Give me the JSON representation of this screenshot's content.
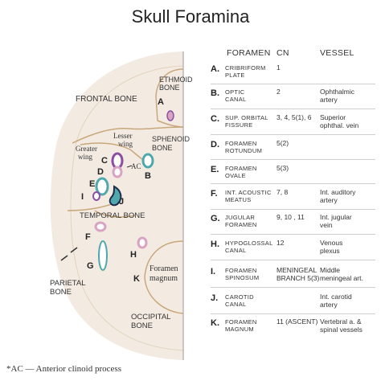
{
  "title": "Skull Foramina",
  "headers": {
    "foramen": "FORAMEN",
    "cn": "CN",
    "vessel": "VESSEL"
  },
  "rows": [
    {
      "key": "A.",
      "foramen": "CRIBRIFORM\nPLATE",
      "cn": "1",
      "vessel": ""
    },
    {
      "key": "B.",
      "foramen": "OPTIC\nCANAL",
      "cn": "2",
      "vessel": "Ophthalmic\nartery"
    },
    {
      "key": "C.",
      "foramen": "SUP. ORBITAL\nFISSURE",
      "cn": "3, 4, 5(1), 6",
      "vessel": "Superior\nophthal. vein"
    },
    {
      "key": "D.",
      "foramen": "FORAMEN\nROTUNDUM",
      "cn": "5(2)",
      "vessel": ""
    },
    {
      "key": "E.",
      "foramen": "FORAMEN\nOVALE",
      "cn": "5(3)",
      "vessel": ""
    },
    {
      "key": "F.",
      "foramen": "INT. ACOUSTIC\nMEATUS",
      "cn": "7, 8",
      "vessel": "Int. auditory\nartery"
    },
    {
      "key": "G.",
      "foramen": "JUGULAR\nFORAMEN",
      "cn": "9, 10 , 11",
      "vessel": "Int. jugular\nvein"
    },
    {
      "key": "H.",
      "foramen": "HYPOGLOSSAL\nCANAL",
      "cn": "12",
      "vessel": "Venous\nplexus"
    },
    {
      "key": "I.",
      "foramen": "FORAMEN\nSPINOSUM",
      "cn": "MENINGEAL\nBRANCH 5(3)",
      "vessel": "Middle\nmeningeal art."
    },
    {
      "key": "J.",
      "foramen": "CAROTID\nCANAL",
      "cn": "",
      "vessel": "Int. carotid\nartery"
    },
    {
      "key": "K.",
      "foramen": "FORAMEN\nMAGNUM",
      "cn": "11 (ASCENT)",
      "vessel": "Vertebral a. &\nspinal vessels"
    }
  ],
  "diagram": {
    "frontal_bone": "FRONTAL BONE",
    "ethmoid_bone_1": "ETHMOID",
    "ethmoid_bone_2": "BONE",
    "sphenoid_bone_1": "SPHENOID",
    "sphenoid_bone_2": "BONE",
    "lesser_wing_1": "Lesser",
    "lesser_wing_2": "wing",
    "greater_wing_1": "Greater",
    "greater_wing_2": "wing",
    "ac_label": "AC",
    "temporal_bone": "TEMPORAL BONE",
    "parietal_bone_1": "PARIETAL",
    "parietal_bone_2": "BONE",
    "foramen_magnum_1": "Foramen",
    "foramen_magnum_2": "magnum",
    "occipital_bone_1": "OCCIPITAL",
    "occipital_bone_2": "BONE",
    "letters": {
      "A": "A",
      "B": "B",
      "C": "C",
      "D": "D",
      "E": "E",
      "F": "F",
      "G": "G",
      "H": "H",
      "I": "I",
      "J": "J",
      "K": "K"
    }
  },
  "footnote": "*AC — Anterior clinoid process",
  "colors": {
    "bone": "#f3ebe2",
    "outline": "#c9a77a",
    "purple": "#8a4fa3",
    "teal": "#4fa8ad",
    "pink": "#d9a3c4"
  }
}
